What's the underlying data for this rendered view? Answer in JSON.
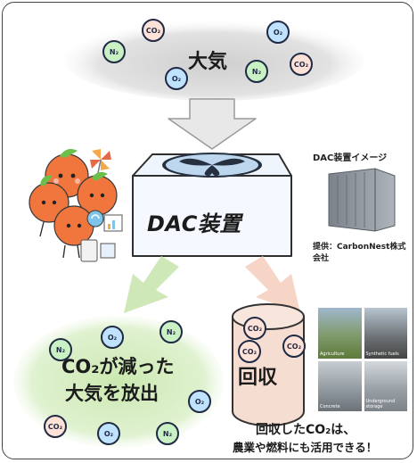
{
  "diagram": {
    "atmosphere_label": "大気",
    "device_label": "DAC装置",
    "device_image_caption": "DAC装置イメージ",
    "device_image_credit": "提供：CarbonNest株式会社",
    "release_text_line1": "CO₂が減った",
    "release_text_line2": "大気を放出",
    "capture_label": "回収",
    "uses_text_line1": "回収したCO₂は、",
    "uses_text_line2": "農業や燃料にも活用できる！",
    "photo_captions": [
      "Agriculture",
      "Synthetic fuels",
      "Concrete",
      "Underground storage"
    ]
  },
  "molecules": {
    "o2": "O₂",
    "n2": "N₂",
    "co2": "CO₂"
  },
  "colors": {
    "atmosphere_cloud": "#d9d9d9",
    "release_cloud": "#d8efc2",
    "capture_tank": "#f6ddd2",
    "fan_housing": "#eaf2fb",
    "arrow_green": "#cfe8b8",
    "arrow_salmon": "#f6d4c6"
  },
  "icons": [
    "fan-icon",
    "mascot-icon",
    "storage-cabinet-icon"
  ]
}
